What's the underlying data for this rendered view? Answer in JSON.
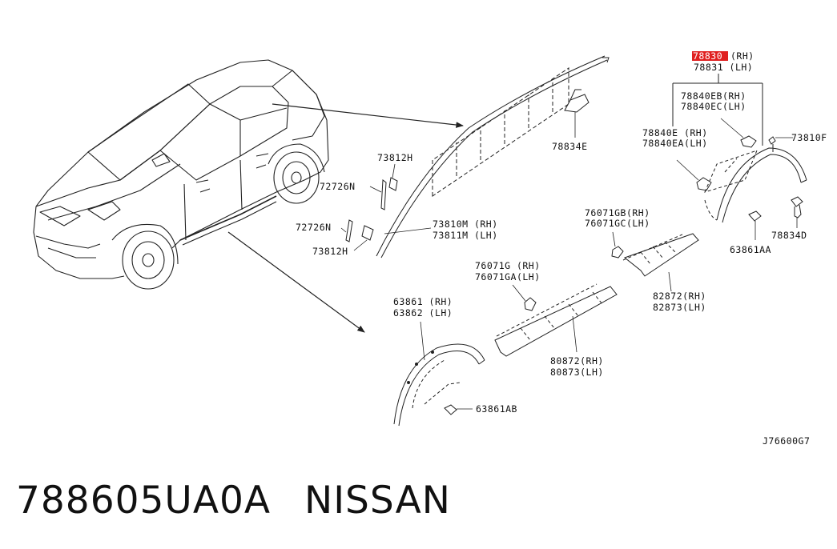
{
  "labels": {
    "p78830": "78830",
    "p78830_side": "(RH)",
    "p78831": "78831 (LH)",
    "p78840eb": "78840EB(RH)",
    "p78840ec": "78840EC(LH)",
    "p78840e": "78840E  (RH)",
    "p78840ea": "78840EA(LH)",
    "p73810f": "73810F",
    "p78834d": "78834D",
    "p63861aa": "63861AA",
    "p78834e": "78834E",
    "p73812h_top": "73812H",
    "p72726n_top": "72726N",
    "p72726n_bot": "72726N",
    "p73812h_bot": "73812H",
    "p73810m": "73810M (RH)",
    "p73811m": "73811M (LH)",
    "p76071gb": "76071GB(RH)",
    "p76071gc": "76071GC(LH)",
    "p76071g": "76071G  (RH)",
    "p76071ga": "76071GA(LH)",
    "p82872": "82872(RH)",
    "p82873": "82873(LH)",
    "p63861": "63861  (RH)",
    "p63862": "63862  (LH)",
    "p80872": "80872(RH)",
    "p80873": "80873(LH)",
    "p63861ab": "63861AB",
    "ref": "J76600G7"
  },
  "footer": {
    "part_number": "788605UA0A",
    "brand": "NISSAN"
  },
  "colors": {
    "line": "#222222",
    "highlight": "#e02020",
    "text": "#111111"
  }
}
